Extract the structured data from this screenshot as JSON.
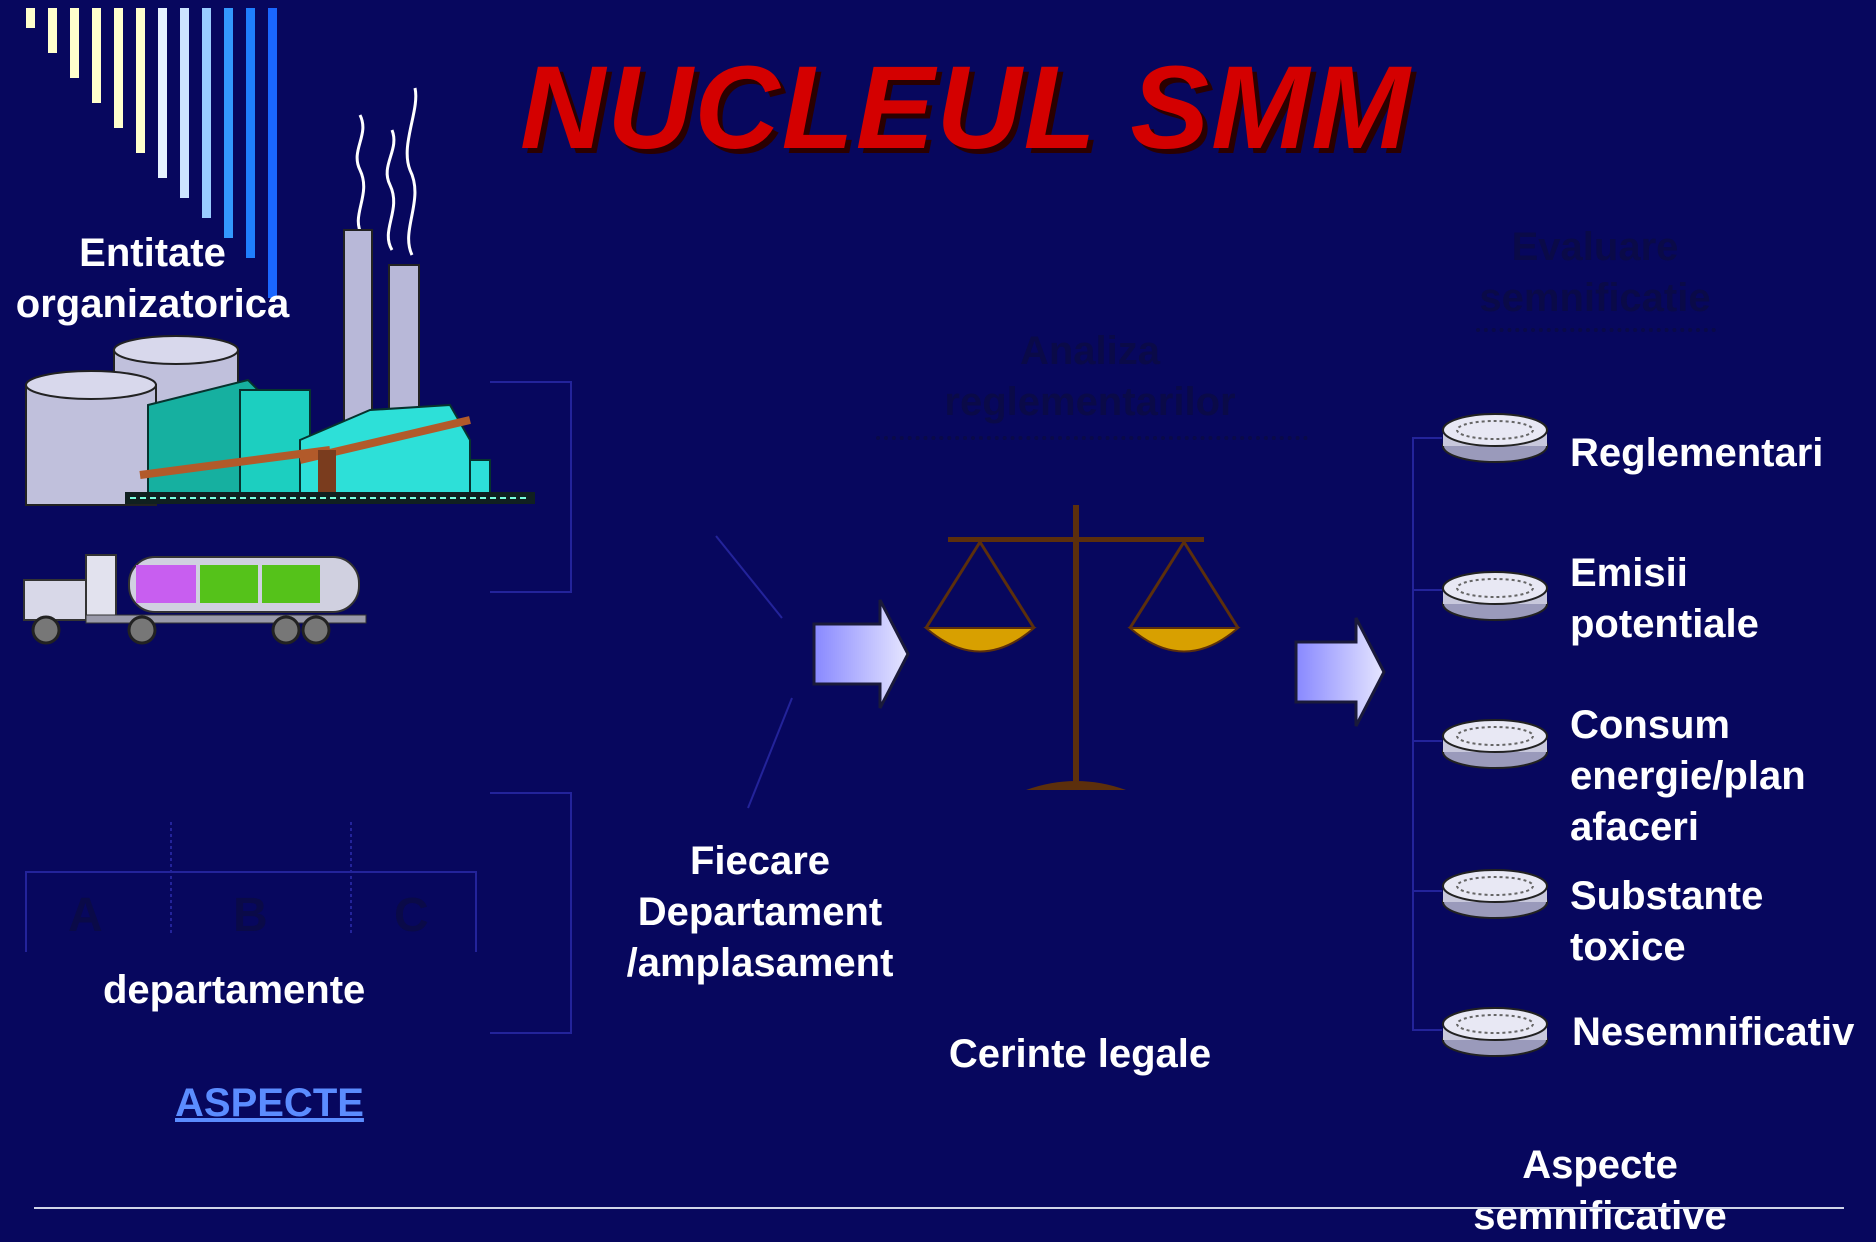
{
  "slide": {
    "title": "NUCLEUL SMM",
    "entity_label_line1": "Entitate",
    "entity_label_line2": "organizatorica",
    "departments": [
      "A",
      "B",
      "C"
    ],
    "departments_label": "departamente",
    "aspects_link": "ASPECTE",
    "each_dept_line1": "Fiecare",
    "each_dept_line2": "Departament",
    "each_dept_line3": "/amplasament",
    "analysis_line1": "Analiza",
    "analysis_line2": "reglementarilor",
    "legal_requirements": "Cerinte legale",
    "evaluation_line1": "Evaluare",
    "evaluation_line2": "semnificatie",
    "criteria": [
      {
        "line1": "Reglementari",
        "line2": "",
        "line3": ""
      },
      {
        "line1": "Emisii",
        "line2": "potentiale",
        "line3": ""
      },
      {
        "line1": "Consum",
        "line2": "energie/plan",
        "line3": "afaceri"
      },
      {
        "line1": "Substante",
        "line2": "toxice",
        "line3": ""
      },
      {
        "line1": "Nesemnificativ",
        "line2": "",
        "line3": ""
      }
    ],
    "significant_line1": "Aspecte",
    "significant_line2": "semnificative"
  },
  "colors": {
    "background": "#07075e",
    "title": "#d40000",
    "text": "#ffffff",
    "link": "#5b8cff",
    "dark_text": "#0a0a48"
  },
  "icons": [
    "stripe-decoration",
    "factory-icon",
    "tanker-truck-icon",
    "arrow-right-icon",
    "balance-scale-icon",
    "disk-icon"
  ]
}
